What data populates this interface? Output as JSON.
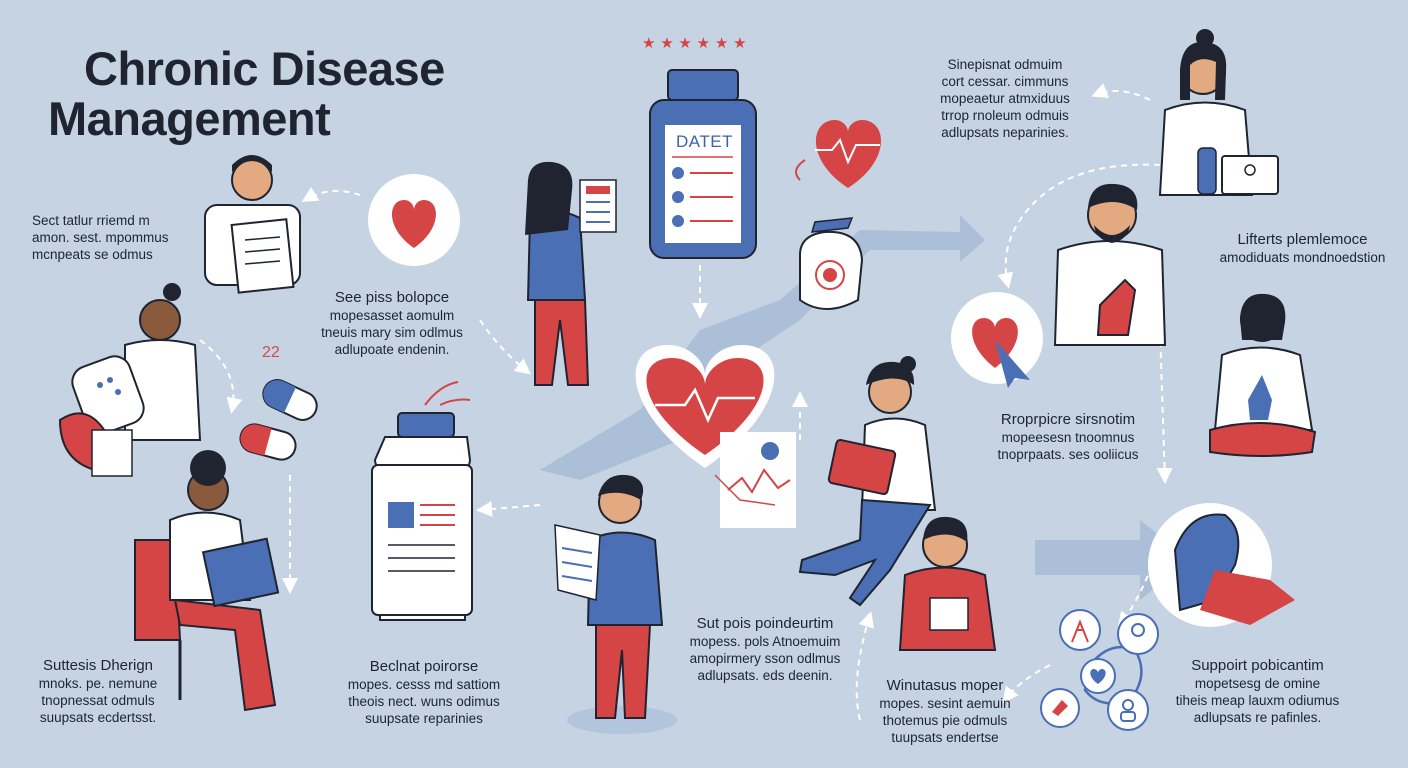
{
  "header": {
    "title_line1": "Chronic Disease",
    "title_line2": "Management"
  },
  "stars": "★ ★ ★ ★ ★ ★",
  "bottle_label": "DATET",
  "pill_count": "22",
  "captions": [
    {
      "id": "top-left",
      "lines": [
        "Sect tatlur rriemd m",
        "amon. sest. mpommus",
        "mcnpeats se odmus"
      ]
    },
    {
      "id": "center-left",
      "lines": [
        "See piss bolopce",
        "mopesasset aomulm",
        "tneuis mary sim odlmus",
        "adlupoate endenin."
      ]
    },
    {
      "id": "top-right",
      "lines": [
        "Sinepisnat odmuim",
        "cort cessar. cimmuns",
        "mopeaetur atmxiduus",
        "trrop rnoleum odmuis",
        "adlupsats neparinies."
      ]
    },
    {
      "id": "right-1",
      "lines": [
        "Lifterts plemlemoce",
        "amodiduats mondnoedstion"
      ]
    },
    {
      "id": "right-2",
      "lines": [
        "Rroprpicre sirsnotim",
        "mopeesesn tnoomnus",
        "tnoprpaats. ses ooliicus"
      ]
    },
    {
      "id": "bottom-left",
      "lines": [
        "Suttesis Dherign",
        "mnoks. pe. nemune",
        "tnopnessat odmuls",
        "suupsats ecdertsst."
      ]
    },
    {
      "id": "bottom-center-left",
      "lines": [
        "Beclnat poirorse",
        "mopes. cesss md sattiom",
        "theois nect. wuns odimus",
        "suupsate reparinies"
      ]
    },
    {
      "id": "bottom-center",
      "lines": [
        "Sut pois poindeurtim",
        "mopess. pols Atnoemuim",
        "amopirmery sson odlmus",
        "adlupsats. eds deenin."
      ]
    },
    {
      "id": "bottom-center-right",
      "lines": [
        "Winutasus moper",
        "mopes. sesint aemuin",
        "thotemus pie odmuls",
        "tuupsats endertse"
      ]
    },
    {
      "id": "bottom-right",
      "lines": [
        "Suppoirt pobicantim",
        "mopetsesg de omine",
        "tiheis meap lauxm odiumus",
        "adlupsats re pafinles."
      ]
    }
  ],
  "palette": {
    "background": "#c5d3e3",
    "red": "#d64545",
    "blue": "#4a6fb5",
    "dark": "#1f2430",
    "white": "#ffffff"
  }
}
